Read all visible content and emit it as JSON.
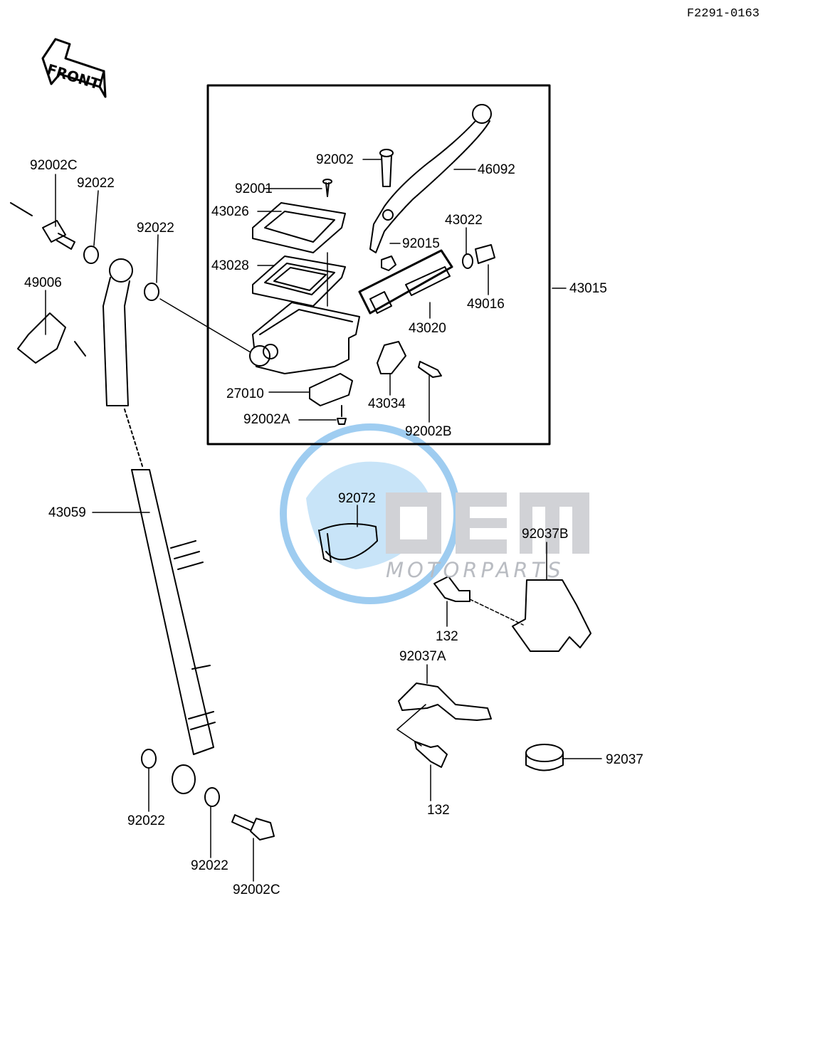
{
  "diagram_code": "F2291-0163",
  "front_arrow": "FRONT",
  "watermark": {
    "brand": "OEM",
    "sub": "MOTORPARTS"
  },
  "colors": {
    "line": "#000000",
    "watermark_blue": "#8ec4ee",
    "watermark_grey": "#c9cbcf"
  },
  "labels": {
    "l92002c_top": "92002C",
    "l92022_a": "92022",
    "l92022_b": "92022",
    "l49006": "49006",
    "l43059": "43059",
    "l92022_c": "92022",
    "l92022_d": "92022",
    "l92002c_bottom": "92002C",
    "l92002": "92002",
    "l46092": "46092",
    "l92001": "92001",
    "l43026": "43026",
    "l43028": "43028",
    "l92015": "92015",
    "l43022": "43022",
    "l49016": "49016",
    "l43015": "43015",
    "l43020": "43020",
    "l27010": "27010",
    "l43034": "43034",
    "l92002a": "92002A",
    "l92002b": "92002B",
    "l92072": "92072",
    "l92037b": "92037B",
    "l132_a": "132",
    "l92037a": "92037A",
    "l132_b": "132",
    "l92037": "92037"
  }
}
